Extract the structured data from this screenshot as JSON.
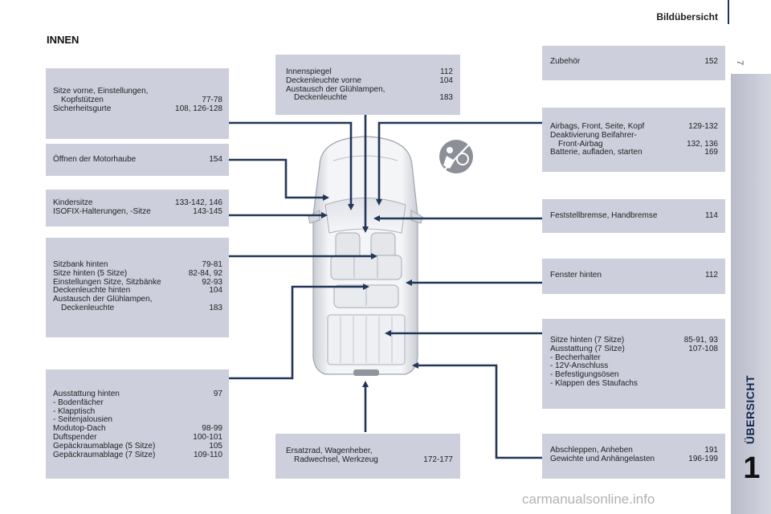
{
  "header": {
    "title": "Bildübersicht"
  },
  "section_title": "INNEN",
  "sidebar": {
    "page_number": "7",
    "vertical_label": "ÜBERSICHT",
    "chapter": "1"
  },
  "boxes": {
    "sitze_vorne": [
      {
        "label": "Sitze vorne, Einstellungen,",
        "page": ""
      },
      {
        "label": "Kopfstützen",
        "page": "77-78",
        "indent": true
      },
      {
        "label": "Sicherheitsgurte",
        "page": "108, 126-128"
      }
    ],
    "motorhaube": [
      {
        "label": "Öffnen der Motorhaube",
        "page": "154"
      }
    ],
    "kindersitze": [
      {
        "label": "Kindersitze",
        "page": "133-142, 146"
      },
      {
        "label": "ISOFIX-Halterungen, -Sitze",
        "page": "143-145"
      }
    ],
    "sitzbank": [
      {
        "label": "Sitzbank hinten",
        "page": "79-81"
      },
      {
        "label": "Sitze hinten (5 Sitze)",
        "page": "82-84, 92"
      },
      {
        "label": "Einstellungen Sitze, Sitzbänke",
        "page": "92-93"
      },
      {
        "label": "Deckenleuchte hinten",
        "page": "104"
      },
      {
        "label": "Austausch der Glühlampen,",
        "page": ""
      },
      {
        "label": "Deckenleuchte",
        "page": "183",
        "indent": true
      }
    ],
    "ausstattung_hinten": [
      {
        "label": "Ausstattung hinten",
        "page": "97"
      },
      {
        "label": "-  Bodenfächer",
        "page": ""
      },
      {
        "label": "-  Klapptisch",
        "page": ""
      },
      {
        "label": "-  Seitenjalousien",
        "page": ""
      },
      {
        "label": "Modutop-Dach",
        "page": "98-99"
      },
      {
        "label": "Duftspender",
        "page": "100-101"
      },
      {
        "label": "Gepäckraumablage (5 Sitze)",
        "page": "105"
      },
      {
        "label": "Gepäckraumablage (7 Sitze)",
        "page": "109-110"
      }
    ],
    "innenspiegel": [
      {
        "label": "Innenspiegel",
        "page": "112"
      },
      {
        "label": "Deckenleuchte vorne",
        "page": "104"
      },
      {
        "label": "Austausch der Glühlampen,",
        "page": ""
      },
      {
        "label": "Deckenleuchte",
        "page": "183",
        "indent": true
      }
    ],
    "ersatzrad": [
      {
        "label": "Ersatzrad, Wagenheber,",
        "page": ""
      },
      {
        "label": "Radwechsel, Werkzeug",
        "page": "172-177",
        "indent": true
      }
    ],
    "zubehoer": [
      {
        "label": "Zubehör",
        "page": "152"
      }
    ],
    "airbags": [
      {
        "label": "Airbags, Front, Seite, Kopf",
        "page": "129-132"
      },
      {
        "label": "Deaktivierung Beifahrer-",
        "page": ""
      },
      {
        "label": "Front-Airbag",
        "page": "132, 136",
        "indent": true
      },
      {
        "label": "Batterie, aufladen, starten",
        "page": "169"
      }
    ],
    "feststellbremse": [
      {
        "label": "Feststellbremse, Handbremse",
        "page": "114"
      }
    ],
    "fenster": [
      {
        "label": "Fenster hinten",
        "page": "112"
      }
    ],
    "sitze_hinten_7": [
      {
        "label": "Sitze hinten (7 Sitze)",
        "page": "85-91, 93"
      },
      {
        "label": "Ausstattung (7 Sitze)",
        "page": "107-108"
      },
      {
        "label": "-  Becherhalter",
        "page": ""
      },
      {
        "label": "-  12V-Anschluss",
        "page": ""
      },
      {
        "label": "-  Befestigungsösen",
        "page": ""
      },
      {
        "label": "-  Klappen des Staufachs",
        "page": ""
      }
    ],
    "abschleppen": [
      {
        "label": "Abschleppen, Anheben",
        "page": "191"
      },
      {
        "label": "Gewichte und Anhängelasten",
        "page": "196-199"
      }
    ]
  },
  "watermark": "carmanualsonline.info",
  "colors": {
    "box_bg": "#cdcfdd",
    "line": "#223659",
    "sidebar": "#c3c5d2"
  }
}
